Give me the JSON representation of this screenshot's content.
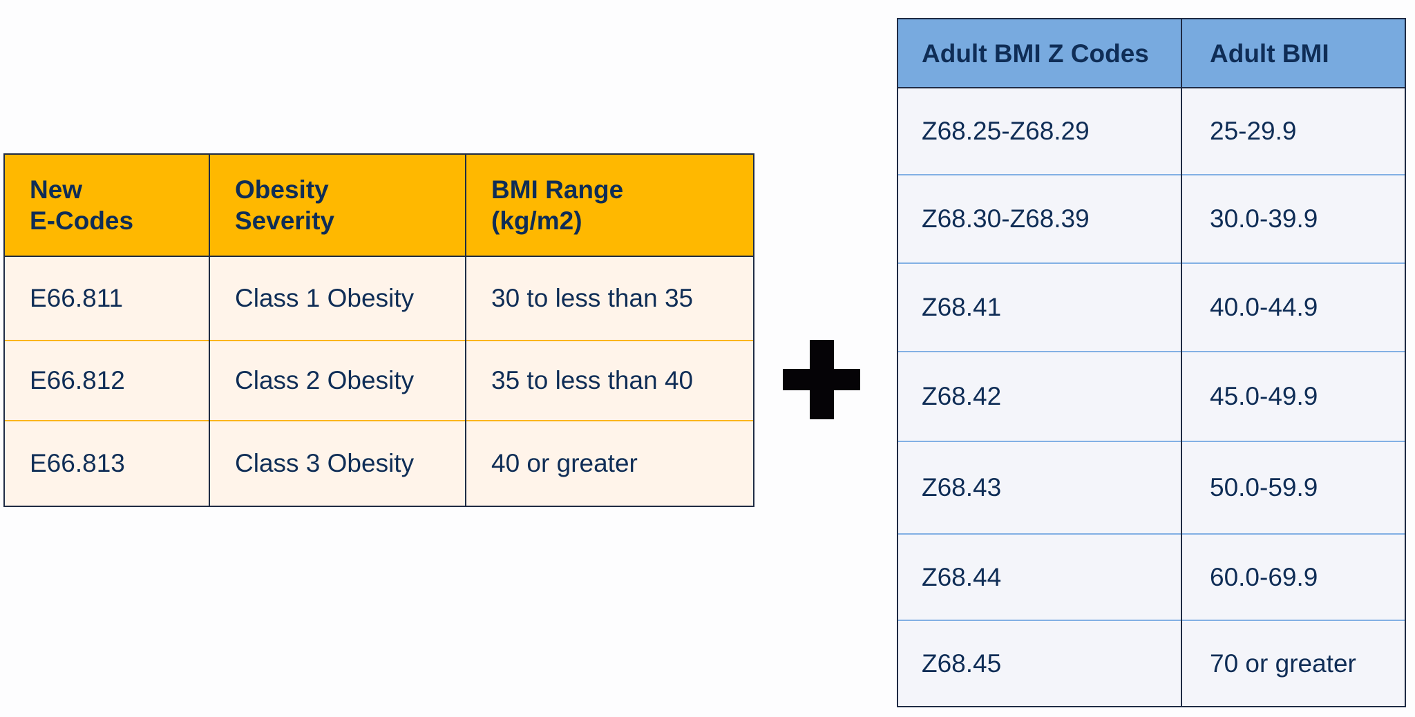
{
  "left_table": {
    "headers": [
      "New\nE-Codes",
      "Obesity\nSeverity",
      "BMI Range\n(kg/m2)"
    ],
    "header_lines": [
      [
        "New",
        "E-Codes"
      ],
      [
        "Obesity",
        "Severity"
      ],
      [
        "BMI Range",
        "(kg/m2)"
      ]
    ],
    "rows": [
      [
        "E66.811",
        "Class 1 Obesity",
        "30 to less than 35"
      ],
      [
        "E66.812",
        "Class 2 Obesity",
        "35 to less than 40"
      ],
      [
        "E66.813",
        "Class 3 Obesity",
        "40 or greater"
      ]
    ],
    "colors": {
      "header_bg": "#ffb800",
      "body_bg": "#fff4ea",
      "row_divider": "#fbb51c",
      "text": "#0f2d56"
    }
  },
  "operator": {
    "icon": "plus-icon",
    "color": "#050306"
  },
  "right_table": {
    "headers": [
      "Adult BMI Z Codes",
      "Adult BMI"
    ],
    "rows": [
      [
        "Z68.25-Z68.29",
        "25-29.9"
      ],
      [
        "Z68.30-Z68.39",
        "30.0-39.9"
      ],
      [
        "Z68.41",
        "40.0-44.9"
      ],
      [
        "Z68.42",
        "45.0-49.9"
      ],
      [
        "Z68.43",
        "50.0-59.9"
      ],
      [
        "Z68.44",
        "60.0-69.9"
      ],
      [
        "Z68.45",
        "70 or greater"
      ]
    ],
    "colors": {
      "header_bg": "#78aadf",
      "body_bg": "#f4f5fa",
      "row_divider": "#82b0e4",
      "text": "#0f2d56"
    }
  }
}
